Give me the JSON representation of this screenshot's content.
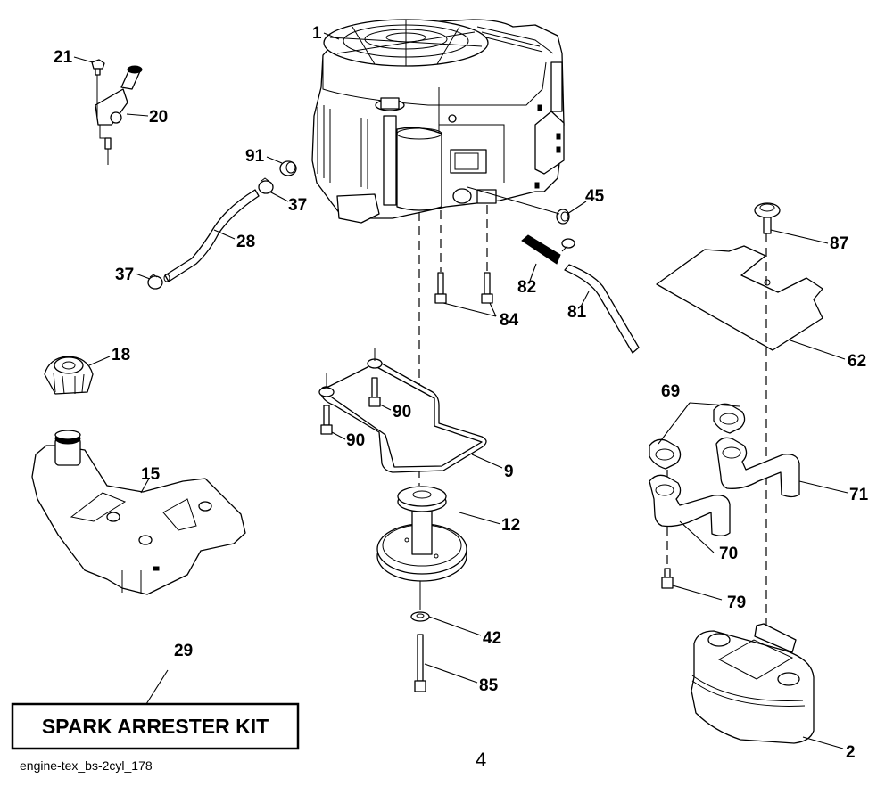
{
  "diagram": {
    "title": "Engine parts breakdown",
    "page_number": "4",
    "file_name": "engine-tex_bs-2cyl_178",
    "kit_box_label": "SPARK ARRESTER KIT",
    "colors": {
      "ink": "#000000",
      "paper": "#ffffff"
    },
    "callouts": {
      "engine": "1",
      "muffler": "2",
      "pulley_guard": "9",
      "pulley": "12",
      "fuel_tank": "15",
      "fuel_cap": "18",
      "throttle_control": "20",
      "screw_21": "21",
      "fuel_hose": "28",
      "spark_arrester_kit": "29",
      "hose_clamp_upper": "37",
      "hose_clamp_lower": "37",
      "washer": "42",
      "nut_45": "45",
      "heat_shield": "62",
      "gasket": "69",
      "exhaust_pipe_left": "70",
      "exhaust_pipe_right": "71",
      "screw_79": "79",
      "drain_hose": "81",
      "drain_valve": "82",
      "bolt_84": "84",
      "bolt_85": "85",
      "knob_87": "87",
      "bolt_90_upper": "90",
      "bolt_90_lower": "90",
      "nut_91": "91"
    }
  }
}
